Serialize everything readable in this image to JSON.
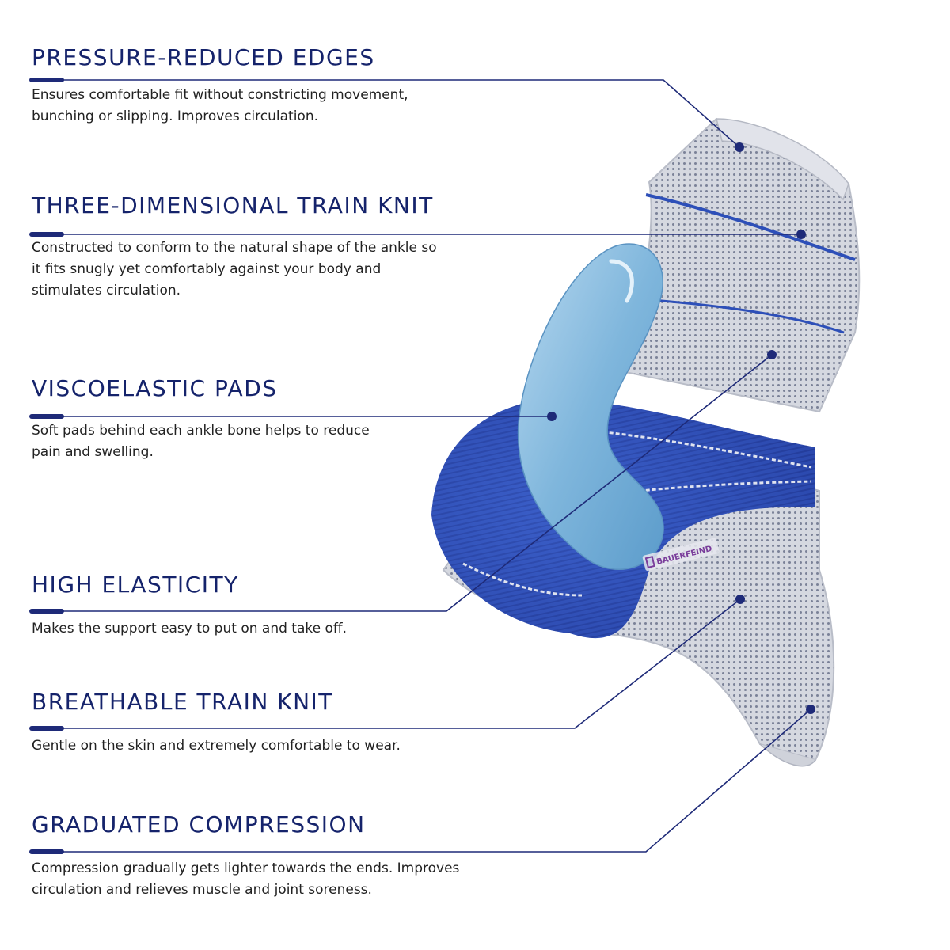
{
  "features": [
    {
      "title": "PRESSURE-REDUCED EDGES",
      "description": "Ensures comfortable fit without constricting movement,\nbunching or slipping. Improves circulation."
    },
    {
      "title": "THREE-DIMENSIONAL TRAIN KNIT",
      "description": "Constructed to conform to the natural shape of the ankle so\nit fits snugly yet comfortably against your body and\nstimulates circulation."
    },
    {
      "title": "VISCOELASTIC PADS",
      "description": "Soft pads behind each ankle bone helps to reduce\npain and swelling."
    },
    {
      "title": "HIGH ELASTICITY",
      "description": "Makes the support easy to put on and take off."
    },
    {
      "title": "BREATHABLE TRAIN KNIT",
      "description": "Gentle on the skin and extremely comfortable to wear."
    },
    {
      "title": "GRADUATED COMPRESSION",
      "description": "Compression gradually gets lighter towards the ends. Improves\ncirculation and relieves muscle and joint soreness."
    }
  ],
  "brand_logo_text": "BAUERFEIND",
  "colors": {
    "heading": "#15236b",
    "line": "#1e2a78",
    "knit": "#d3d6de",
    "band": "#2d4fb8",
    "pad": "#7fb6dc"
  }
}
